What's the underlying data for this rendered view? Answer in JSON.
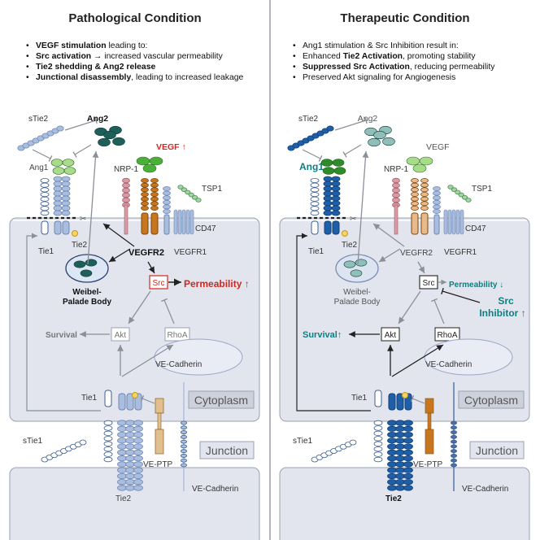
{
  "colors": {
    "teal_dark": "#1e5f5a",
    "teal_light": "#8fbfb8",
    "green": "#4caf3a",
    "green_light": "#a8dc8a",
    "blue_dark": "#1f5fa8",
    "blue_light": "#a9bedf",
    "orange": "#c8761e",
    "orange_light": "#e8b98a",
    "pink": "#d99aa4",
    "red": "#d0281f",
    "teal_text": "#0e7f80",
    "membrane": "#e2e5ee",
    "membrane_border": "#9aa1b2"
  },
  "panels": [
    {
      "title": "Pathological Condition",
      "bullets": [
        {
          "bold": "VEGF stimulation",
          "rest": " leading to:"
        },
        {
          "bold": "Src activation",
          "rest": " → increased vascular permeability"
        },
        {
          "bold": "Tie2 shedding & Ang2 release",
          "rest": ""
        },
        {
          "bold": "Junctional disassembly",
          "rest": ", leading to increased leakage"
        }
      ],
      "labels": {
        "stie2": "sTie2",
        "ang2": "Ang2",
        "ang1": "Ang1",
        "vegf": "VEGF ↑",
        "nrp1": "NRP-1",
        "tsp1": "TSP1",
        "cd47": "CD47",
        "tie2_upper": "Tie2",
        "tie1_upper": "Tie1",
        "vegfr2": "VEGFR2",
        "vegfr1": "VEGFR1",
        "weibel": "Weibel-",
        "palade": "Palade Body",
        "src": "Src",
        "permeability": "Permeability ↑",
        "survival": "Survival",
        "akt": "Akt",
        "rhoa": "RhoA",
        "ve_cadherin_cyto": "VE-Cadherin",
        "tie1_lower": "Tie1",
        "cytoplasm": "Cytoplasm",
        "stie1": "sTie1",
        "junction": "Junction",
        "ve_ptp": "VE-PTP",
        "ve_cadherin_lower": "VE-Cadherin",
        "tie2_lower": "Tie2"
      }
    },
    {
      "title": "Therapeutic Condition",
      "bullets": [
        {
          "bold": "",
          "rest": "Ang1 stimulation & Src Inhibition result in:"
        },
        {
          "pre": "Enhanced ",
          "bold": "Tie2 Activation",
          "rest": ", promoting stability"
        },
        {
          "bold": "Suppressed Src Activation",
          "rest": ", reducing permeability"
        },
        {
          "bold": "",
          "rest": "Preserved Akt signaling for Angiogenesis"
        }
      ],
      "labels": {
        "stie2": "sTie2",
        "ang2": "Ang2",
        "ang1": "Ang1 ↑",
        "vegf": "VEGF",
        "nrp1": "NRP-1",
        "tsp1": "TSP1",
        "cd47": "CD47",
        "tie2_upper": "Tie2",
        "tie1_upper": "Tie1",
        "vegfr2": "VEGFR2",
        "vegfr1": "VEGFR1",
        "weibel": "Weibel-",
        "palade": "Palade Body",
        "src": "Src",
        "permeability": "Permeability ↓",
        "src_inhibitor_1": "Src",
        "src_inhibitor_2": "Inhibitor ↑",
        "survival": "Survival↑",
        "akt": "Akt",
        "rhoa": "RhoA",
        "ve_cadherin_cyto": "VE-Cadherin",
        "tie1_lower": "Tie1",
        "cytoplasm": "Cytoplasm",
        "stie1": "sTie1",
        "junction": "Junction",
        "ve_ptp": "VE-PTP",
        "ve_cadherin_lower": "VE-Cadherin",
        "tie2_lower": "Tie2"
      }
    }
  ]
}
